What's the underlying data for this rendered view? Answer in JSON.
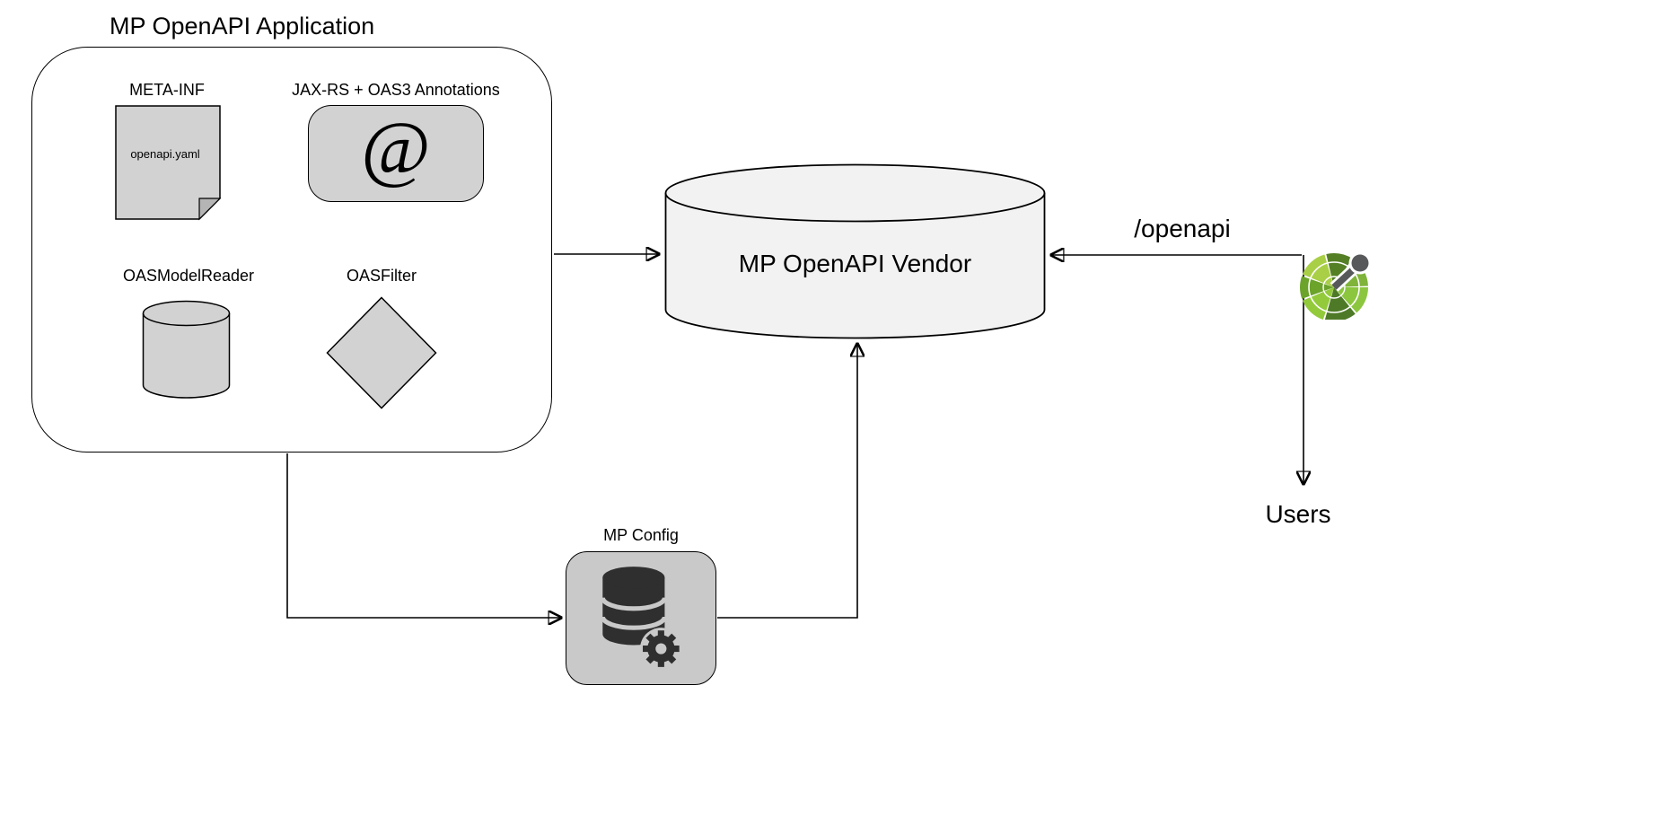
{
  "diagram": {
    "title": "MP OpenAPI Application",
    "nodes": {
      "meta_inf": {
        "label": "META-INF",
        "file_name": "openapi.yaml",
        "icon": "document-icon"
      },
      "annotations": {
        "label": "JAX-RS + OAS3 Annotations",
        "symbol": "@",
        "icon": "at-annotation-icon"
      },
      "model_reader": {
        "label": "OASModelReader",
        "icon": "cylinder-icon"
      },
      "filter": {
        "label": "OASFilter",
        "icon": "diamond-icon"
      },
      "vendor": {
        "label": "MP OpenAPI Vendor",
        "icon": "database-cylinder-icon"
      },
      "mp_config": {
        "label": "MP Config",
        "icon": "database-gear-icon"
      },
      "users": {
        "label": "Users",
        "icon": "openapi-logo-icon"
      }
    },
    "edges": [
      {
        "from": "mp_openapi_application",
        "to": "mp_openapi_vendor",
        "label": ""
      },
      {
        "from": "users",
        "to": "mp_openapi_vendor",
        "label": "/openapi"
      },
      {
        "from": "openapi_logo",
        "to": "users",
        "label": ""
      },
      {
        "from": "mp_openapi_application",
        "to": "mp_config",
        "label": ""
      },
      {
        "from": "mp_config",
        "to": "mp_openapi_vendor",
        "label": ""
      }
    ],
    "colors": {
      "node_fill": "#d2d2d2",
      "node_fill_dark": "#b5b5b5",
      "vendor_fill": "#f2f2f2",
      "config_fill": "#c9c9c9",
      "stroke": "#000000",
      "dark_icon": "#2f2f2f",
      "logo_green": "#8cc63f",
      "logo_green_dark": "#4e7a27",
      "logo_handle": "#58595b"
    }
  }
}
